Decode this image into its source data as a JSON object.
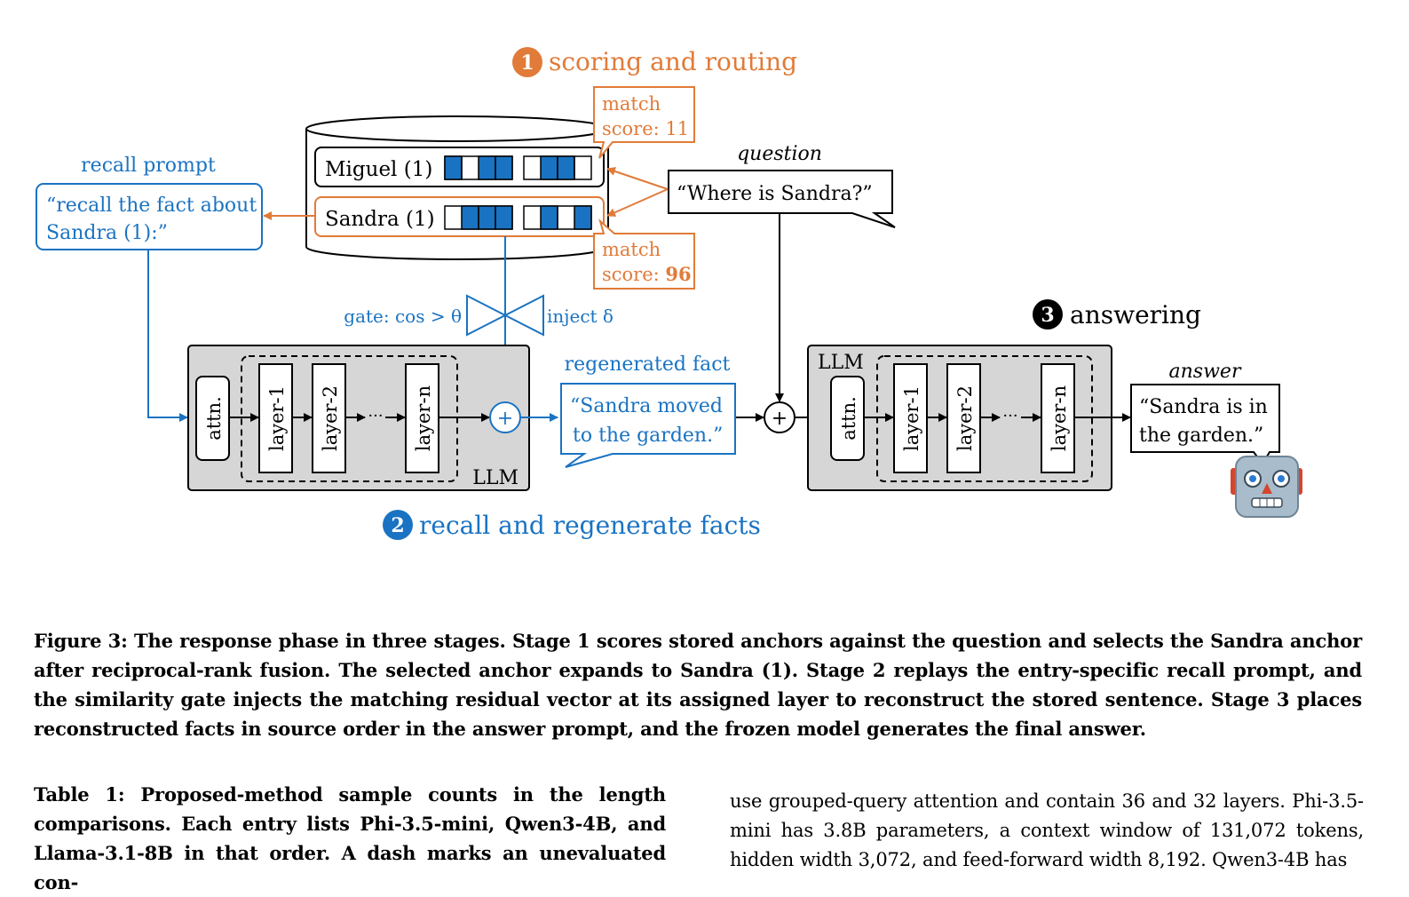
{
  "figure": {
    "colors": {
      "orange": "#e07b39",
      "blue": "#1a73c2",
      "gray": "#d6d6d6",
      "black": "#000000"
    },
    "stage1": {
      "number": "1",
      "title": "scoring and routing"
    },
    "stage2": {
      "number": "2",
      "title": "recall and regenerate facts"
    },
    "stage3": {
      "number": "3",
      "title": "answering"
    },
    "store": {
      "entries": [
        {
          "label": "Miguel (1)"
        },
        {
          "label": "Sandra (1)"
        }
      ]
    },
    "match_top": {
      "line1": "match",
      "line2": "score: 11"
    },
    "match_bottom": {
      "line1": "match",
      "line2_prefix": "score: ",
      "line2_value": "96"
    },
    "question": {
      "label": "question",
      "text": "“Where is Sandra?”"
    },
    "recall_prompt": {
      "label": "recall prompt",
      "line1": "“recall the fact about",
      "line2": "Sandra (1):”"
    },
    "gate": {
      "left": "gate: cos > θ",
      "right": "inject δ"
    },
    "llm1": {
      "name": "LLM",
      "attn": "attn.",
      "layers": [
        "layer-1",
        "layer-2",
        "layer-n"
      ],
      "dots": "···",
      "plus": "+"
    },
    "regenerated": {
      "label": "regenerated fact",
      "line1": "“Sandra moved",
      "line2": "to the garden.”"
    },
    "llm2": {
      "name": "LLM",
      "attn": "attn.",
      "layers": [
        "layer-1",
        "layer-2",
        "layer-n"
      ],
      "dots": "···"
    },
    "merge_plus": "+",
    "answer": {
      "label": "answer",
      "line1": "“Sandra is in",
      "line2": "the garden.”"
    },
    "robot_icon": "robot-face"
  },
  "caption": "Figure 3: The response phase in three stages. Stage 1 scores stored anchors against the question and selects the Sandra anchor after reciprocal-rank fusion. The selected anchor expands to Sandra (1). Stage 2 replays the entry-specific recall prompt, and the similarity gate injects the matching residual vector at its assigned layer to reconstruct the stored sentence. Stage 3 places reconstructed facts in source order in the answer prompt, and the frozen model generates the final answer.",
  "table_caption": "Table 1: Proposed-method sample counts in the length comparisons. Each entry lists Phi-3.5-mini, Qwen3-4B, and Llama-3.1-8B in that order. A dash marks an unevaluated con-",
  "body_text": "use grouped-query attention and contain 36 and 32 layers. Phi-3.5-mini has 3.8B parameters, a context window of 131,072 tokens, hidden width 3,072, and feed-forward width 8,192. Qwen3-4B has"
}
